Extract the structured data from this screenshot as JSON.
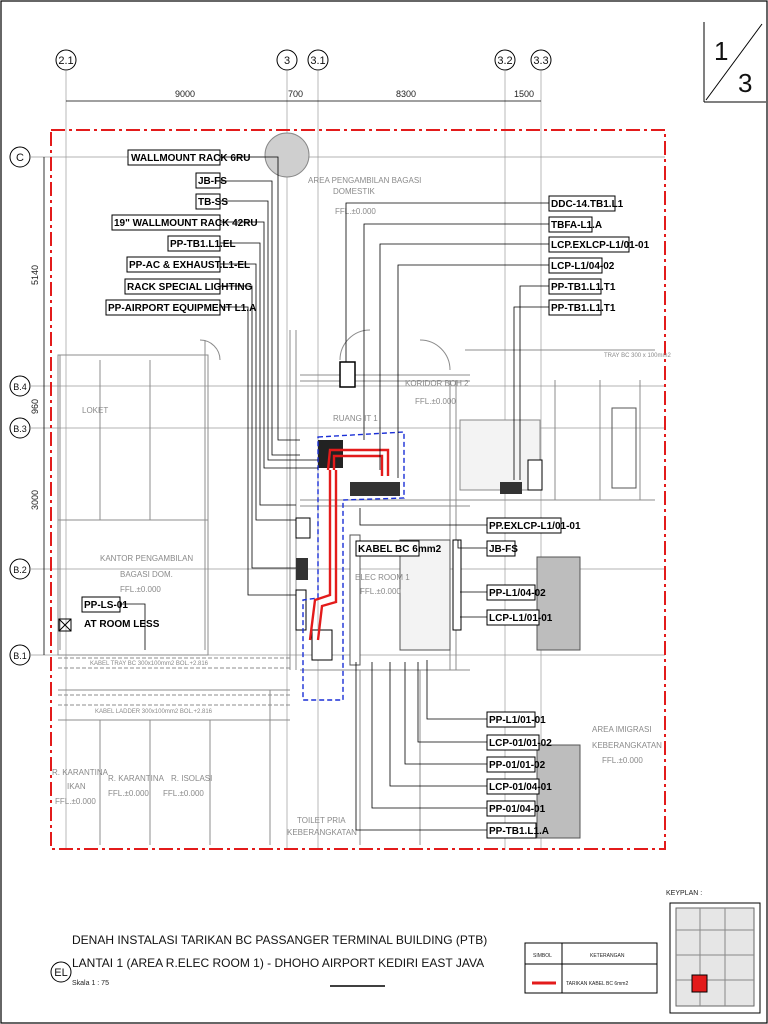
{
  "sheet": {
    "number": "1",
    "total": "3"
  },
  "grid_top": [
    "2.1",
    "3",
    "3.1",
    "3.2",
    "3.3"
  ],
  "grid_left": [
    "C",
    "B.4",
    "B.3",
    "B.2",
    "B.1"
  ],
  "dims_top": [
    "9000",
    "700",
    "8300",
    "1500"
  ],
  "dims_left": [
    "5140",
    "960",
    "3000"
  ],
  "labels_left": [
    "WALLMOUNT RACK 6RU",
    "JB-FS",
    "TB-SS",
    "19\" WALLMOUNT RACK 42RU",
    "PP-TB1.L1.EL",
    "PP-AC & EXHAUST.L1-EL",
    "RACK SPECIAL LIGHTING",
    "PP-AIRPORT EQUIPMENT L1.A"
  ],
  "labels_right_top": [
    "DDC-14.TB1.L1",
    "TBFA-L1.A",
    "LCP.EXLCP-L1/01-01",
    "LCP-L1/04-02",
    "PP-TB1.L1.T1",
    "PP-TB1.L1.T1"
  ],
  "labels_right_mid": [
    "PP.EXLCP-L1/01-01",
    "JB-FS",
    "PP-L1/04-02",
    "LCP-L1/01-01"
  ],
  "labels_right_bottom": [
    "PP-L1/01-01",
    "LCP-01/01-02",
    "PP-01/01-02",
    "LCP-01/04-01",
    "PP-01/04-01",
    "PP-TB1.L1.A"
  ],
  "label_cable": "KABEL BC 6mm2",
  "label_ls": "PP-LS-01",
  "label_ls_note": "AT ROOM LESS",
  "rooms": {
    "bagasi_domestik": [
      "AREA PENGAMBILAN BAGASI",
      "DOMESTIK",
      "FFL.±0.000"
    ],
    "loket": "LOKET",
    "ruang_it": "RUANG IT 1",
    "koridor": [
      "KORIDOR BOH 2",
      "FFL.±0.000"
    ],
    "elec_room": [
      "ELEC ROOM 1",
      "FFL.±0.000"
    ],
    "kantor": [
      "KANTOR PENGAMBILAN",
      "BAGASI DOM.",
      "FFL.±0.000"
    ],
    "imigrasi": [
      "AREA IMIGRASI",
      "KEBERANGKATAN",
      "FFL.±0.000"
    ],
    "karantina_ikan": [
      "R. KARANTINA",
      "IKAN",
      "FFL.±0.000"
    ],
    "karantina": [
      "R. KARANTINA",
      "FFL.±0.000"
    ],
    "isolasi": [
      "R. ISOLASI",
      "FFL.±0.000"
    ],
    "toilet": [
      "TOILET PRIA",
      "KEBERANGKATAN"
    ],
    "tray_note": "KABEL TRAY BC 300x100mm2 BOL.+2.816",
    "ladder_note": "KABEL LADDER 300x100mm2 BOL.+2.816",
    "tray_top": "TRAY BC 300 x 100mm2"
  },
  "title": {
    "line1": "DENAH INSTALASI TARIKAN BC PASSANGER TERMINAL BUILDING (PTB)",
    "line2": "LANTAI 1 (AREA R.ELEC ROOM 1) - DHOHO AIRPORT KEDIRI EAST JAVA",
    "code": "EL",
    "scale": "Skala   1 : 75"
  },
  "legend": {
    "col_symbol": "SIMBOL",
    "col_desc": "KETERANGAN",
    "item": "TARIKAN KABEL BC 6mm2"
  },
  "keyplan": {
    "label": "KEYPLAN :"
  },
  "colors": {
    "red": "#e31b1b",
    "blue": "#1a2fd6",
    "line": "#000000",
    "grey": "#9a9a9a"
  }
}
